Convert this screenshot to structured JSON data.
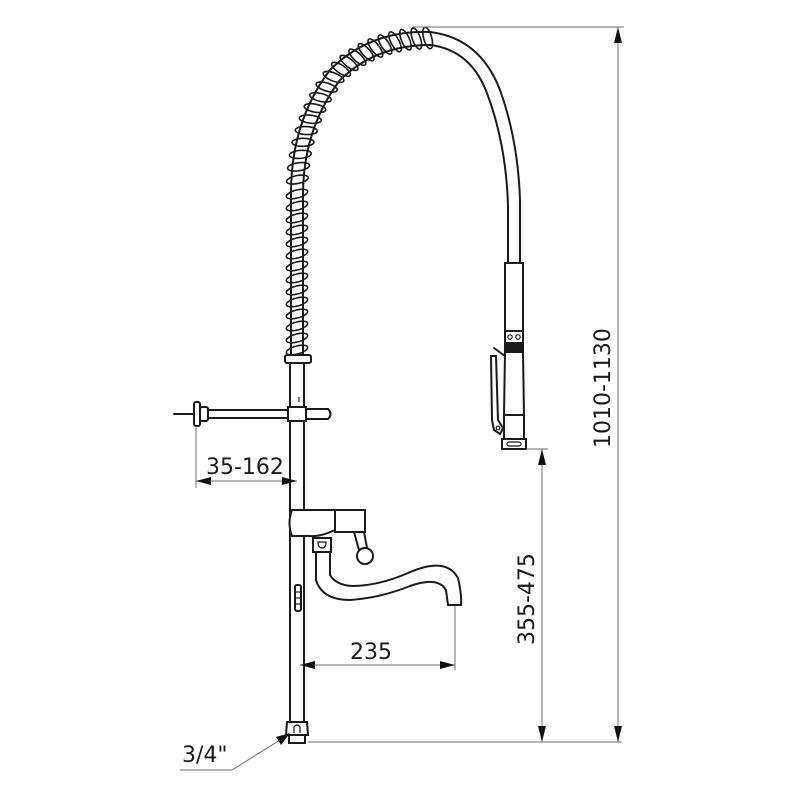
{
  "drawing": {
    "subject": "pre-rinse faucet with spring hose, wall bracket and swivel spout",
    "colors": {
      "line": "#1a1a1a",
      "dimension_line": "#6e6e6e",
      "background": "#ffffff"
    },
    "dimensions": {
      "bracket_offset": "35-162",
      "spout_reach": "235",
      "handset_height": "355-475",
      "total_height": "1010-1130",
      "connection_size": "3/4\""
    }
  }
}
